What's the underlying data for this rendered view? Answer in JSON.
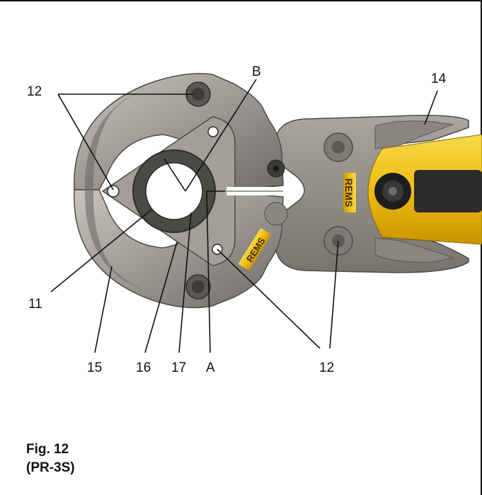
{
  "labels": {
    "top_left_12": "12",
    "b": "B",
    "fourteen": "14",
    "eleven": "11",
    "fifteen": "15",
    "sixteen": "16",
    "seventeen": "17",
    "a": "A",
    "bottom_right_12": "12"
  },
  "caption": {
    "line1": "Fig. 12",
    "line2": "(PR-3S)"
  },
  "brand": {
    "mark": "REMS",
    "body_letters": "R"
  },
  "colors": {
    "tool_yellow": "#f2c20a",
    "tool_dark": "#2b2b2b",
    "steel_light": "#b9b6b0",
    "steel_mid": "#8f8b85",
    "steel_dark": "#5d5a55"
  }
}
